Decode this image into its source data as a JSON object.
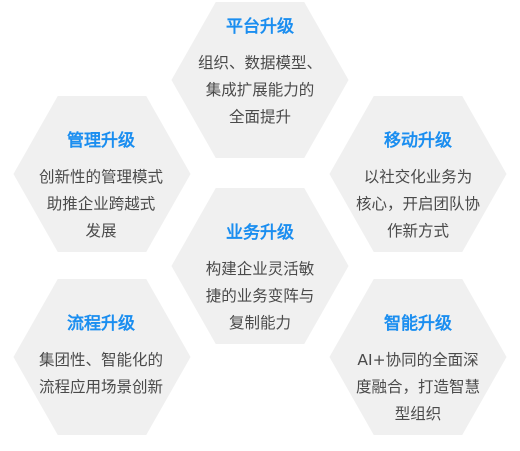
{
  "hexagons": [
    {
      "title": "平台升级",
      "lines": [
        "组织、数据模型、",
        "集成扩展能力的",
        "全面提升"
      ]
    },
    {
      "title": "管理升级",
      "lines": [
        "创新性的管理模式",
        "助推企业跨越式",
        "发展"
      ]
    },
    {
      "title": "移动升级",
      "lines": [
        "以社交化业务为",
        "核心，开启团队协",
        "作新方式"
      ]
    },
    {
      "title": "业务升级",
      "lines": [
        "构建企业灵活敏",
        "捷的业务变阵与",
        "复制能力"
      ]
    },
    {
      "title": "流程升级",
      "lines": [
        "集团性、智能化的",
        "流程应用场景创新"
      ]
    },
    {
      "title": "智能升级",
      "lines": [
        "AI+协同的全面深",
        "度融合，打造智慧",
        "型组织"
      ]
    }
  ],
  "colors": {
    "title": "#1b8ef0",
    "text": "#4a4a4a",
    "hex_fill": "#f0f0f0",
    "background": "#ffffff"
  }
}
